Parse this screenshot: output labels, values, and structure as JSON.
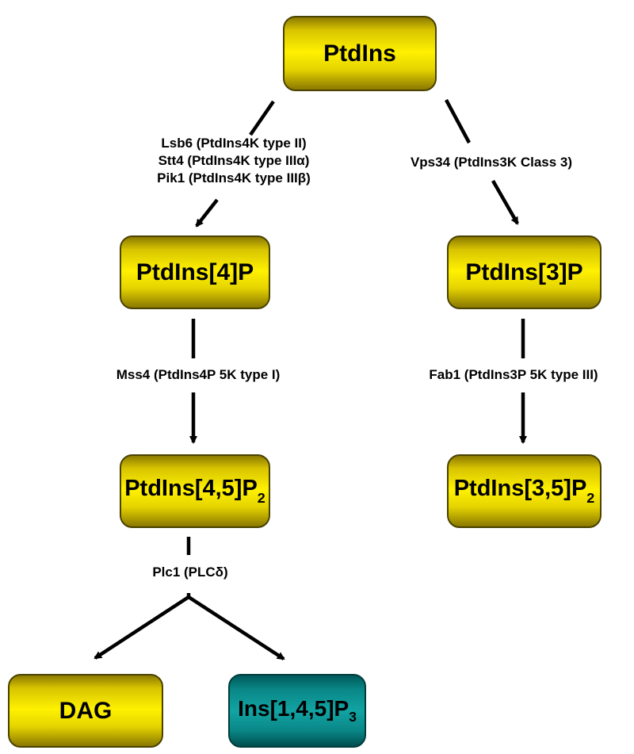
{
  "nodes": {
    "ptdins": {
      "main": "PtdIns",
      "sub": ""
    },
    "ptdins4p": {
      "main": "PtdIns[4]P",
      "sub": ""
    },
    "ptdins3p": {
      "main": "PtdIns[3]P",
      "sub": ""
    },
    "ptdins45p2": {
      "main": "PtdIns[4,5]P",
      "sub": "2"
    },
    "ptdins35p2": {
      "main": "PtdIns[3,5]P",
      "sub": "2"
    },
    "dag": {
      "main": "DAG",
      "sub": ""
    },
    "ins145p3": {
      "main": "Ins[1,4,5]P",
      "sub": "3"
    }
  },
  "enzymes": {
    "pi4k": [
      "Lsb6 (PtdIns4K type II)",
      "Stt4 (PtdIns4K type IIIα)",
      "Pik1 (PtdIns4K type IIIβ)"
    ],
    "vps34": "Vps34 (PtdIns3K Class 3)",
    "mss4": "Mss4 (PtdIns4P 5K type I)",
    "fab1": "Fab1 (PtdIns3P 5K type III)",
    "plc1": "Plc1 (PLCδ)"
  },
  "colors": {
    "gold": "#fff100",
    "teal": "#12a3a3",
    "arrow": "#000000"
  }
}
